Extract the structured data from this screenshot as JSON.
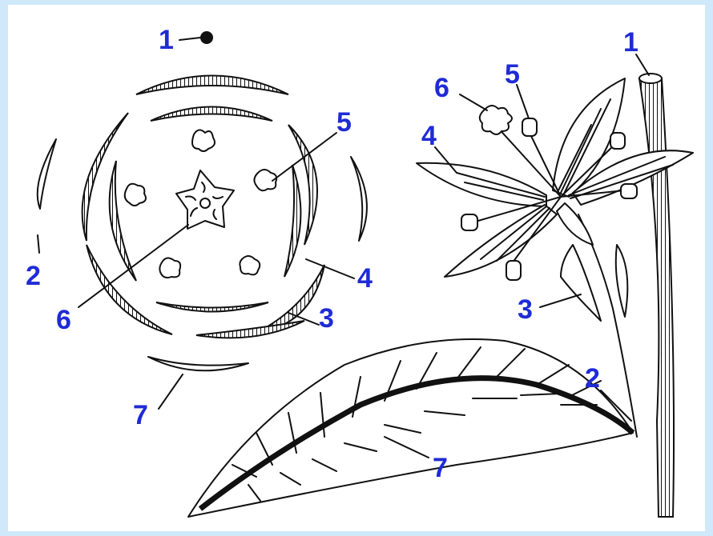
{
  "colors": {
    "label": "#1f2bd6",
    "ink": "#111111",
    "background": "#cfe9fb",
    "paper": "#ffffff"
  },
  "diagram": {
    "floral_diagram": {
      "labels": {
        "l1": "1",
        "l2": "2",
        "l3": "3",
        "l4": "4",
        "l5": "5",
        "l6": "6",
        "l7": "7"
      }
    },
    "flower_drawing": {
      "labels": {
        "l1": "1",
        "l2": "2",
        "l3": "3",
        "l4": "4",
        "l5": "5",
        "l6": "6",
        "l7": "7"
      }
    }
  }
}
